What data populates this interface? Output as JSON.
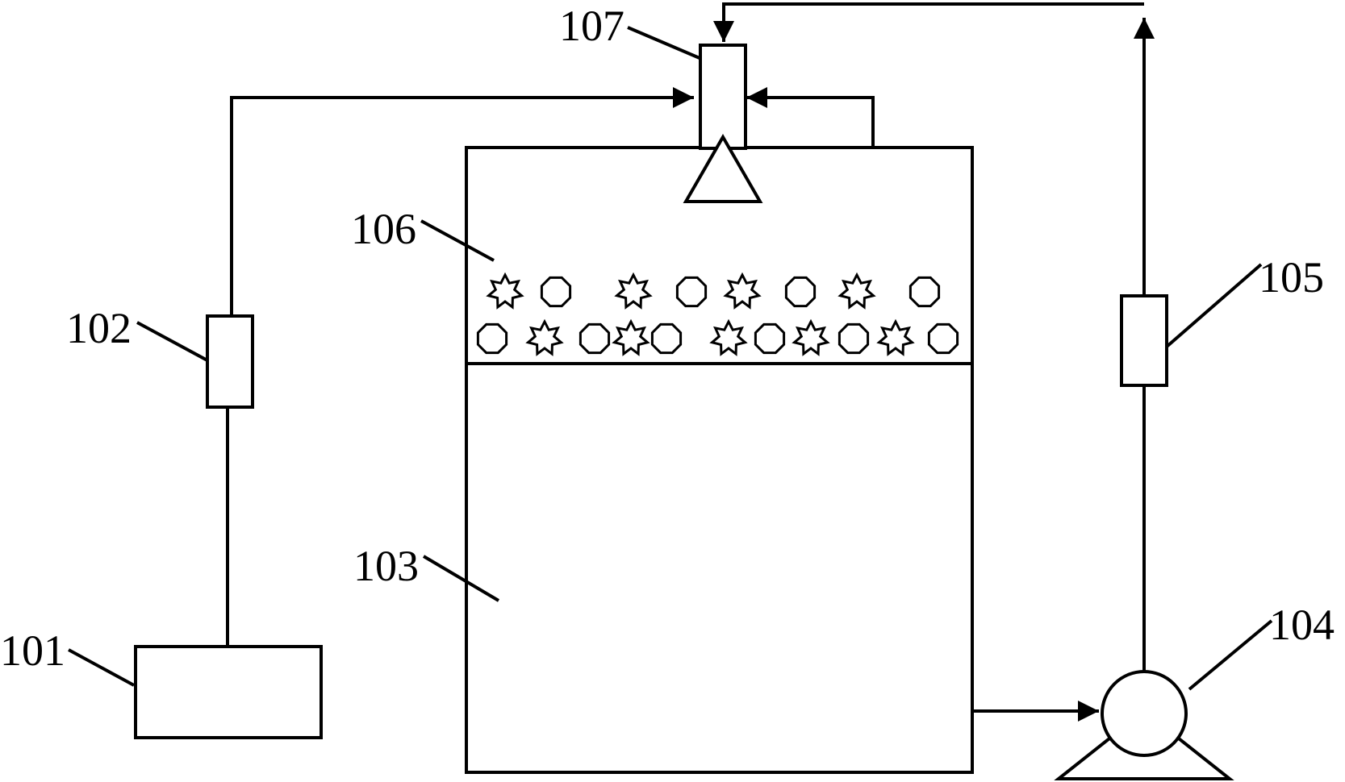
{
  "labels": {
    "source_tank": "101",
    "source_device": "102",
    "reactor_vessel": "103",
    "pump": "104",
    "return_device": "105",
    "packing_layer": "106",
    "spray_head": "107"
  },
  "packing_media": {
    "row_1": [
      "star",
      "octagon",
      "star",
      "octagon",
      "star",
      "octagon",
      "star",
      "octagon"
    ],
    "row_2": [
      "octagon",
      "star",
      "octagon",
      "star",
      "octagon",
      "star",
      "octagon",
      "star",
      "octagon",
      "star",
      "octagon"
    ]
  }
}
